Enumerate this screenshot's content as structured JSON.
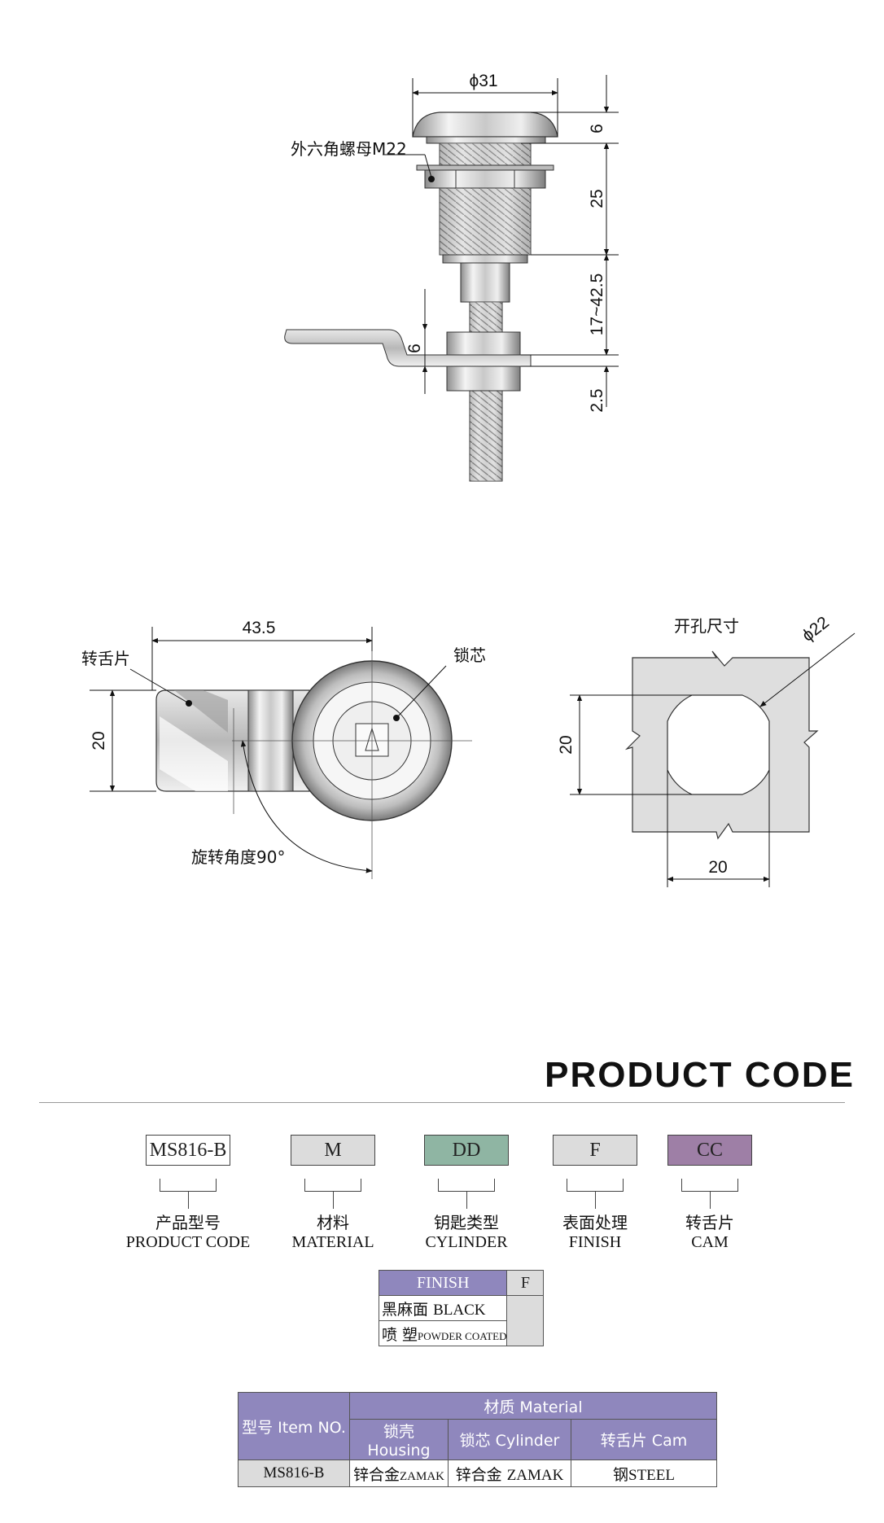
{
  "drawing": {
    "side_view": {
      "dim_diameter": "ϕ31",
      "dim_head": "6",
      "dim_thread": "25",
      "dim_grip": "17~42.5",
      "dim_cam_thickness": "6",
      "dim_below": "2.5",
      "label_nut": "外六角螺母M22"
    },
    "front_view": {
      "dim_length": "43.5",
      "dim_height": "20",
      "label_cam": "转舌片",
      "label_core": "锁芯",
      "label_rotation": "旋转角度90°"
    },
    "cutout_view": {
      "label_cutout": "开孔尺寸",
      "dim_diameter": "ϕ22",
      "dim_flat_height": "20",
      "dim_flat_width": "20"
    }
  },
  "product_code": {
    "title": "PRODUCT CODE",
    "boxes": [
      {
        "code": "MS816-B",
        "color": "#ffffff",
        "label_zh": "产品型号",
        "label_en": "PRODUCT CODE"
      },
      {
        "code": "M",
        "color": "#dcdcdc",
        "label_zh": "材料",
        "label_en": "MATERIAL"
      },
      {
        "code": "DD",
        "color": "#8fb5a3",
        "label_zh": "钥匙类型",
        "label_en": "CYLINDER"
      },
      {
        "code": "F",
        "color": "#dcdcdc",
        "label_zh": "表面处理",
        "label_en": "FINISH"
      },
      {
        "code": "CC",
        "color": "#9e7fa6",
        "label_zh": "转舌片",
        "label_en": "CAM"
      }
    ]
  },
  "finish_table": {
    "header": "FINISH",
    "header_code": "F",
    "options": [
      {
        "zh": "黑麻面",
        "en": "BLACK"
      },
      {
        "zh": "喷  塑",
        "en": "POWDER COATED"
      }
    ]
  },
  "material_table": {
    "col_model": "型号 Item NO.",
    "col_material": "材质 Material",
    "sub_housing": "锁壳 Housing",
    "sub_cylinder": "锁芯 Cylinder",
    "sub_cam": "转舌片 Cam",
    "row": {
      "model": "MS816-B",
      "housing_zh": "锌合金",
      "housing_en": "ZAMAK",
      "cylinder_zh": "锌合金",
      "cylinder_en": "ZAMAK",
      "cam_zh": "钢",
      "cam_en": "STEEL"
    }
  }
}
